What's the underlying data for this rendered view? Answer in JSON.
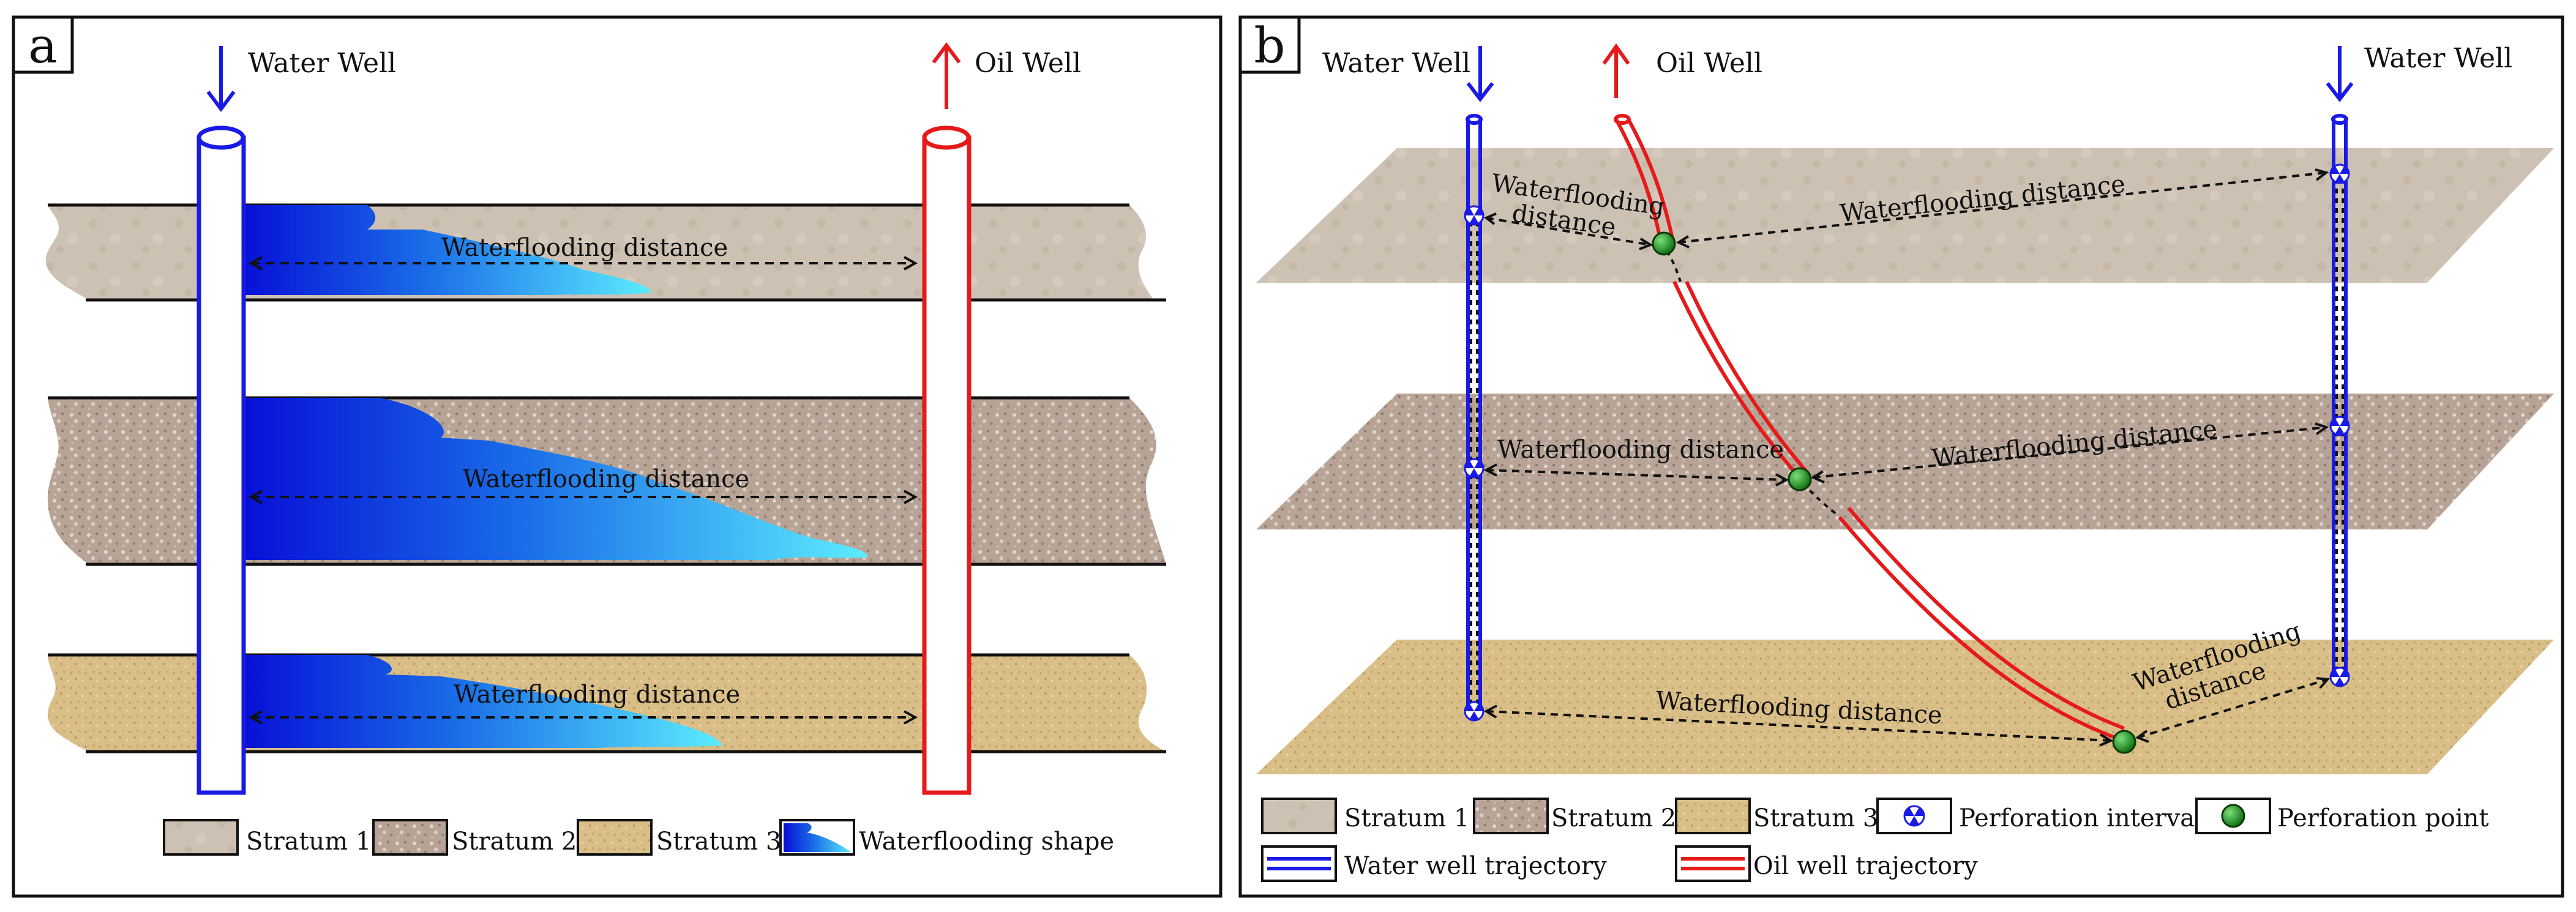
{
  "panel_a": {
    "tag": "a",
    "water_well_label": "Water Well",
    "oil_well_label": "Oil Well",
    "distance_label": "Waterflooding distance",
    "legend": {
      "stratum1": "Stratum 1",
      "stratum2": "Stratum 2",
      "stratum3": "Stratum 3",
      "shape": "Waterflooding shape"
    }
  },
  "panel_b": {
    "tag": "b",
    "water_well_left_label": "Water Well",
    "oil_well_label": "Oil Well",
    "water_well_right_label": "Water Well",
    "distance_label": "Waterflooding distance",
    "distance_label_line1": "Waterflooding",
    "distance_label_line2": "distance",
    "legend": {
      "stratum1": "Stratum 1",
      "stratum2": "Stratum 2",
      "stratum3": "Stratum 3",
      "perforation_interval": "Perforation interval",
      "perforation_point": "Perforation point",
      "water_trajectory": "Water well trajectory",
      "oil_trajectory": "Oil well trajectory"
    }
  },
  "colors": {
    "water_well": "#1a1ae6",
    "oil_well": "#e61a1a",
    "stratum1": "#cfc2b3",
    "stratum2": "#b8a69a",
    "stratum3": "#d8bd86",
    "flood_dark": "#0a14d8",
    "flood_light": "#55e8ff",
    "perforation_point": "#1c8c1c"
  }
}
